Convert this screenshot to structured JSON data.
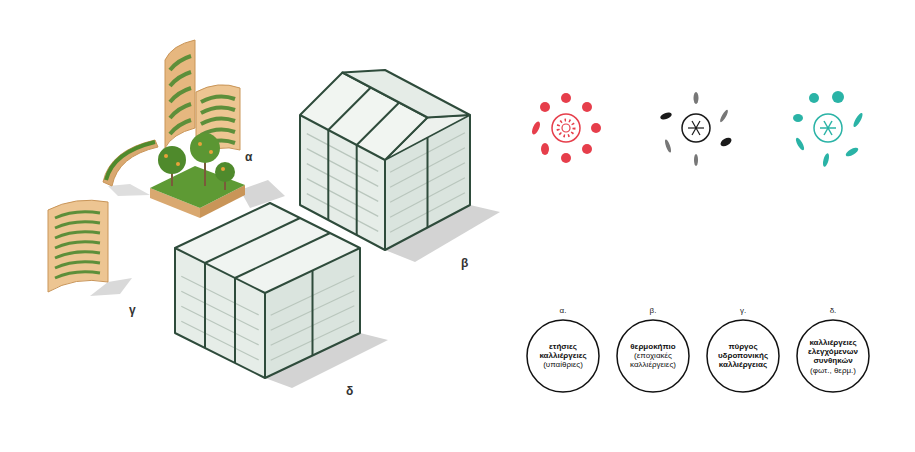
{
  "diagram": {
    "nodes": [
      {
        "text": [
          "α.",
          "ετήσιες καλλιέργειες",
          "(υπαίθριες)"
        ]
      },
      {
        "text": [
          "β.",
          "θερμοκήπιο",
          "(εποχιακές καλλιέργειες)"
        ]
      },
      {
        "text": [
          "γ.",
          "πύργος υδροπονικής καλλιέργειας"
        ]
      },
      {
        "text": [
          "δ.",
          "καλλιέργειες ελεγχόμενων συνθηκών",
          "(φωτ., θερμ.)"
        ]
      }
    ],
    "labels": [
      "α",
      "β",
      "γ",
      "δ"
    ]
  }
}
